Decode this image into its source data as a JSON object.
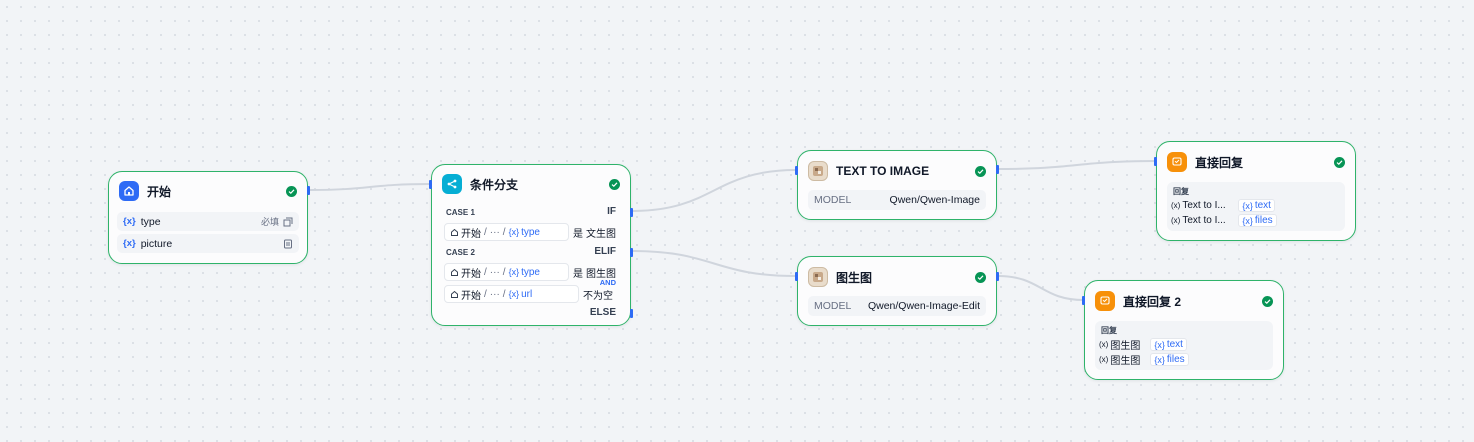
{
  "nodes": {
    "start": {
      "title": "开始",
      "vars": [
        {
          "prefix": "{x}",
          "name": "type",
          "tag": "必填"
        },
        {
          "prefix": "{x}",
          "name": "picture",
          "tag": ""
        }
      ]
    },
    "if_else": {
      "title": "条件分支",
      "case1": {
        "label": "CASE 1",
        "keyword": "IF",
        "conditions": [
          {
            "source": "开始",
            "ellipsis": "···",
            "prefix": "{x}",
            "var": "type",
            "operator": "是",
            "value": "文生图"
          }
        ]
      },
      "case2": {
        "label": "CASE 2",
        "keyword": "ELIF",
        "logic": "AND",
        "conditions": [
          {
            "source": "开始",
            "ellipsis": "···",
            "prefix": "{x}",
            "var": "type",
            "operator": "是",
            "value": "图生图"
          },
          {
            "source": "开始",
            "ellipsis": "···",
            "prefix": "{x}",
            "var": "url",
            "operator": "不为空",
            "value": ""
          }
        ]
      },
      "else_label": "ELSE"
    },
    "text_to_image": {
      "title": "TEXT TO IMAGE",
      "model_label": "MODEL",
      "model_value": "Qwen/Qwen-Image"
    },
    "image_to_image": {
      "title": "图生图",
      "model_label": "MODEL",
      "model_value": "Qwen/Qwen-Image-Edit"
    },
    "answer1": {
      "title": "直接回复",
      "reply_label": "回复",
      "lines": [
        {
          "marker": "(x)",
          "source": "Text to I...",
          "prefix": "{x}",
          "var": "text"
        },
        {
          "marker": "(x)",
          "source": "Text to I...",
          "prefix": "{x}",
          "var": "files"
        }
      ]
    },
    "answer2": {
      "title": "直接回复 2",
      "reply_label": "回复",
      "lines": [
        {
          "marker": "(x)",
          "source": "图生图",
          "prefix": "{x}",
          "var": "text"
        },
        {
          "marker": "(x)",
          "source": "图生图",
          "prefix": "{x}",
          "var": "files"
        }
      ]
    }
  },
  "colors": {
    "node_border": "#2fb36a",
    "edge": "#d0d5dd",
    "handle": "#2e6bf5",
    "start_icon": "#2e6bf5",
    "branch_icon": "#06aed4",
    "answer_icon": "#f79009",
    "success": "#079455"
  },
  "icons": {
    "start": "home-icon",
    "if_else": "branch-icon",
    "model": "model-thumbnail-icon",
    "answer": "reply-icon",
    "status": "check-circle-icon"
  }
}
